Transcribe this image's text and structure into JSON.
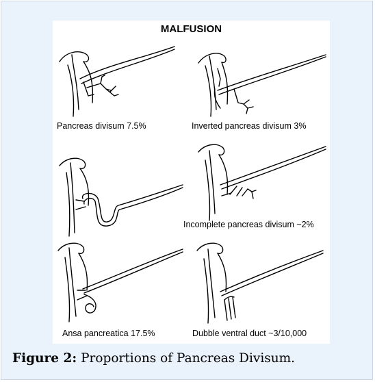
{
  "figure": {
    "title": "MALFUSION",
    "panels": [
      {
        "id": "pancreas-divisum",
        "label": "Pancreas divisum  7.5%"
      },
      {
        "id": "inverted-pancreas-divisum",
        "label": "Inverted pancreas divisum  3%"
      },
      {
        "id": "ansa-pancreatica-loop",
        "label": ""
      },
      {
        "id": "incomplete-pancreas-divisum",
        "label": "Incomplete pancreas divisum ~2%"
      },
      {
        "id": "ansa-pancreatica",
        "label": "Ansa pancreatica   17.5%"
      },
      {
        "id": "dubble-ventral-duct",
        "label": "Dubble ventral duct  ~3/10,000"
      }
    ]
  },
  "caption": {
    "prefix": "Figure 2:",
    "text": " Proportions of Pancreas Divisum."
  },
  "colors": {
    "frame_background": "#eaf3fb",
    "frame_border": "#c9d6e2",
    "figure_background": "#ffffff",
    "line": "#000000"
  }
}
